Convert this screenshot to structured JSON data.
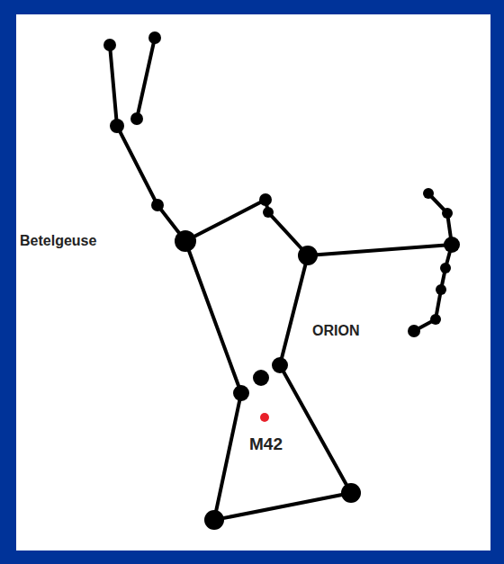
{
  "diagram": {
    "labels": [
      "Betelgeuse",
      "ORION",
      "M42"
    ]
  }
}
